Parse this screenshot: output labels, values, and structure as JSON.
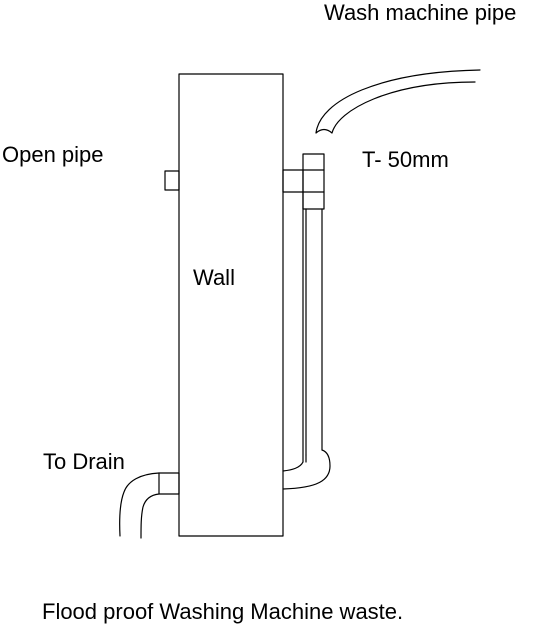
{
  "labels": {
    "wash_machine_pipe": "Wash machine pipe",
    "open_pipe": "Open pipe",
    "t_50mm": "T- 50mm",
    "wall": "Wall",
    "to_drain": "To Drain",
    "caption": "Flood proof Washing Machine waste."
  },
  "colors": {
    "line": "#000000",
    "background": "#ffffff"
  }
}
